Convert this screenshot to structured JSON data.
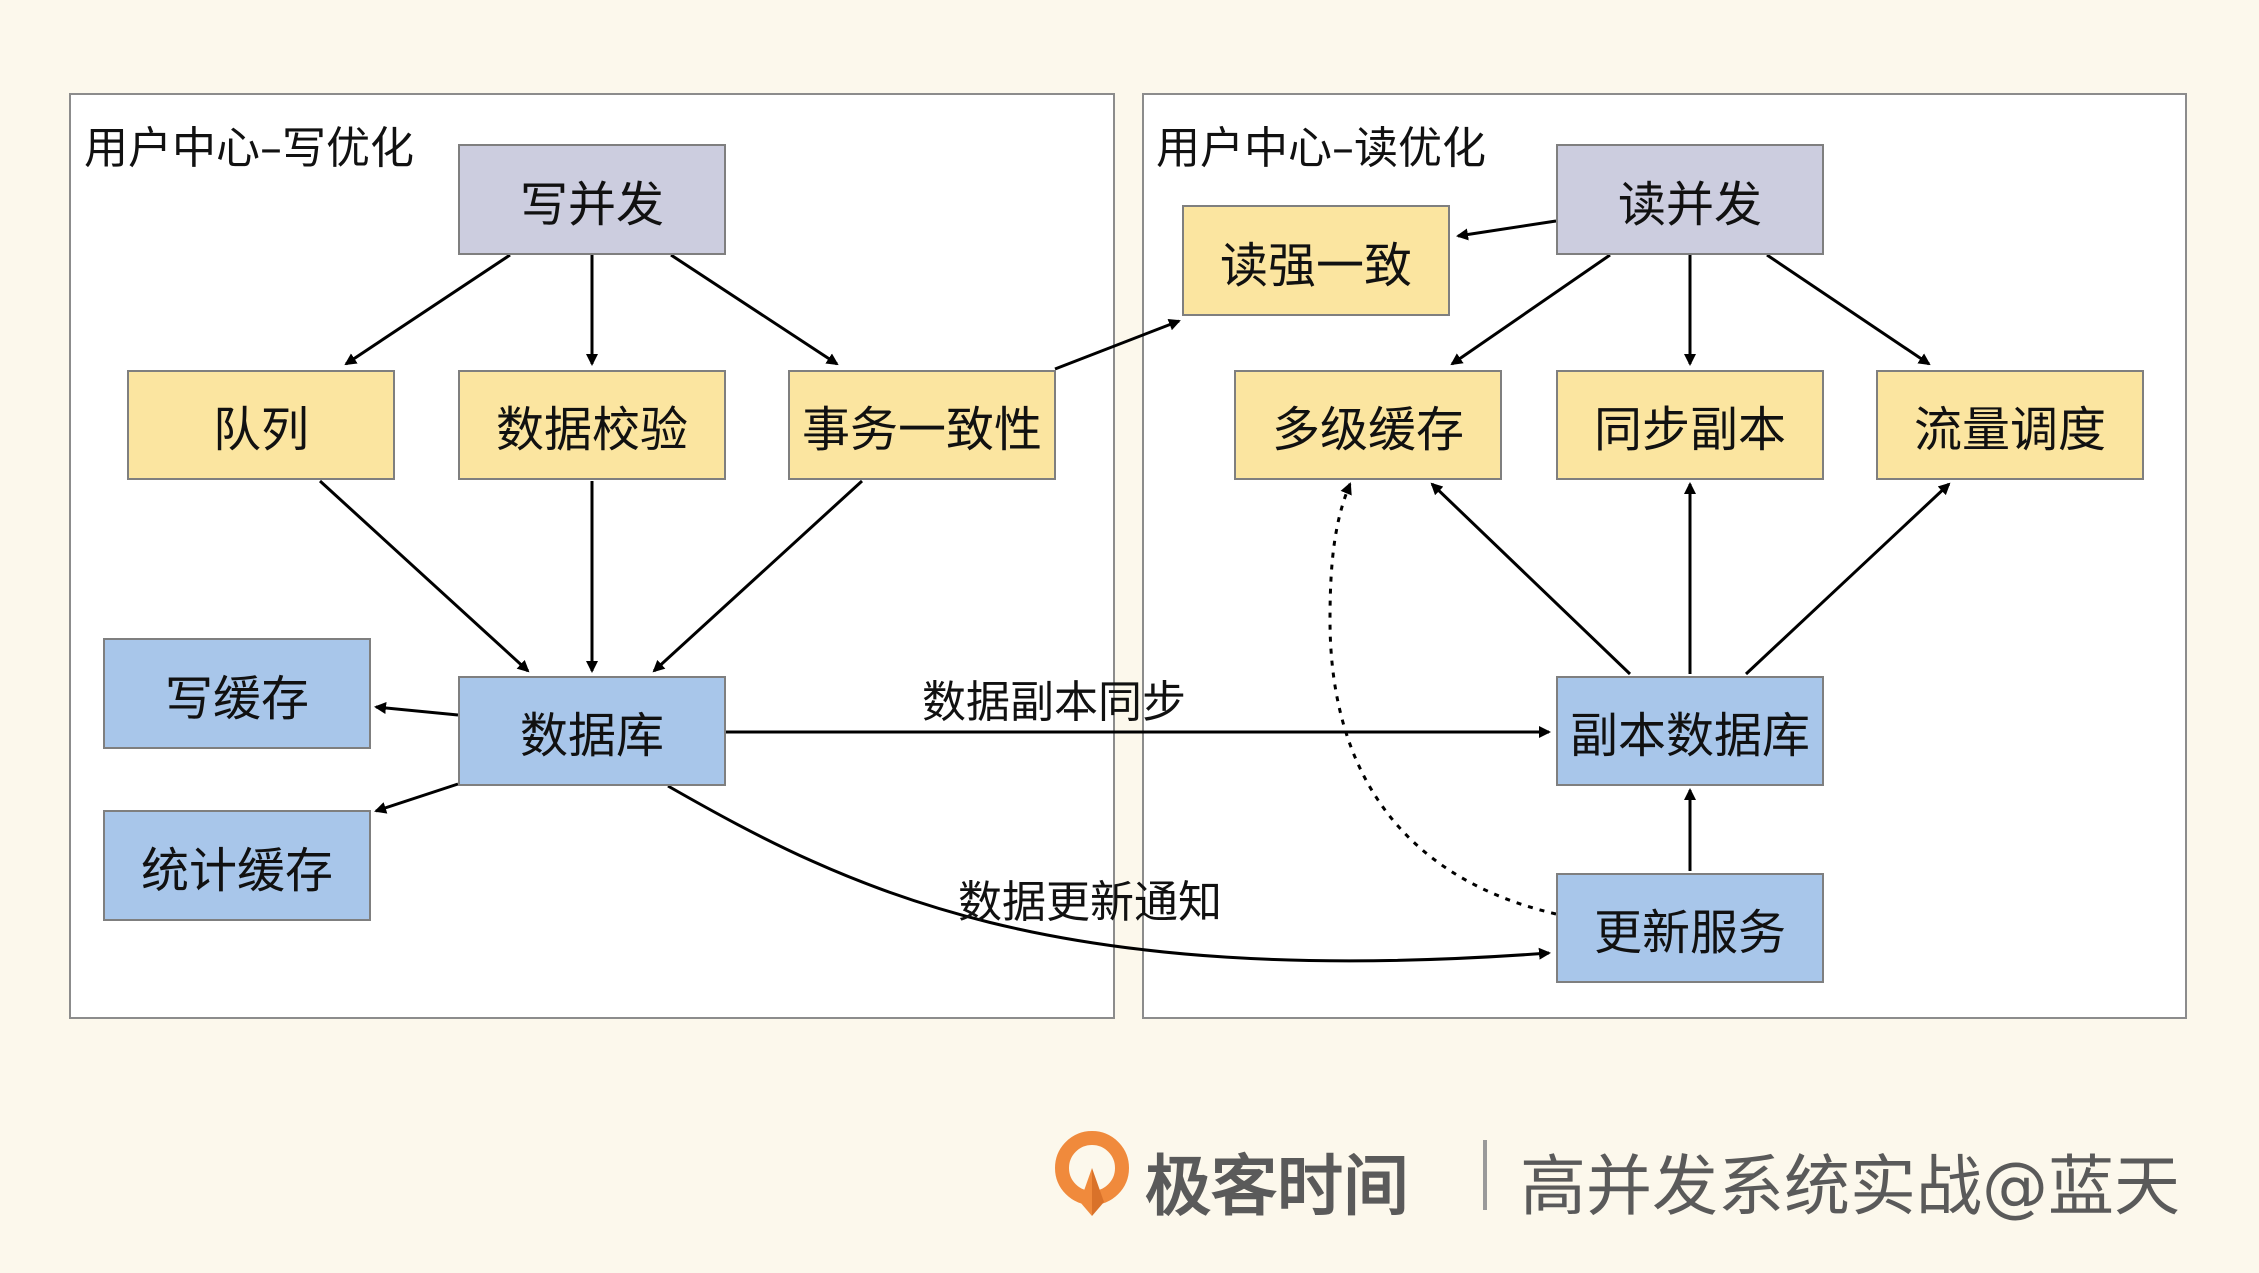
{
  "panels": {
    "write": {
      "title": "用户中心–写优化"
    },
    "read": {
      "title": "用户中心–读优化"
    }
  },
  "nodes": {
    "write_concurrency": "写并发",
    "queue": "队列",
    "data_validation": "数据校验",
    "transaction_consistency": "事务一致性",
    "write_cache": "写缓存",
    "database": "数据库",
    "stats_cache": "统计缓存",
    "read_concurrency": "读并发",
    "read_strong_consistency": "读强一致",
    "multilevel_cache": "多级缓存",
    "sync_replica": "同步副本",
    "traffic_scheduling": "流量调度",
    "replica_database": "副本数据库",
    "update_service": "更新服务"
  },
  "edges": {
    "replica_sync_label": "数据副本同步",
    "update_notify_label": "数据更新通知"
  },
  "footer": {
    "brand": "极客时间",
    "course": "高并发系统实战@蓝天",
    "logo_color": "#f08a3c"
  },
  "colors": {
    "purple_node": "#cccddf",
    "yellow_node": "#fbe5a0",
    "blue_node": "#a8c6ea",
    "background": "#fcf8ec"
  }
}
